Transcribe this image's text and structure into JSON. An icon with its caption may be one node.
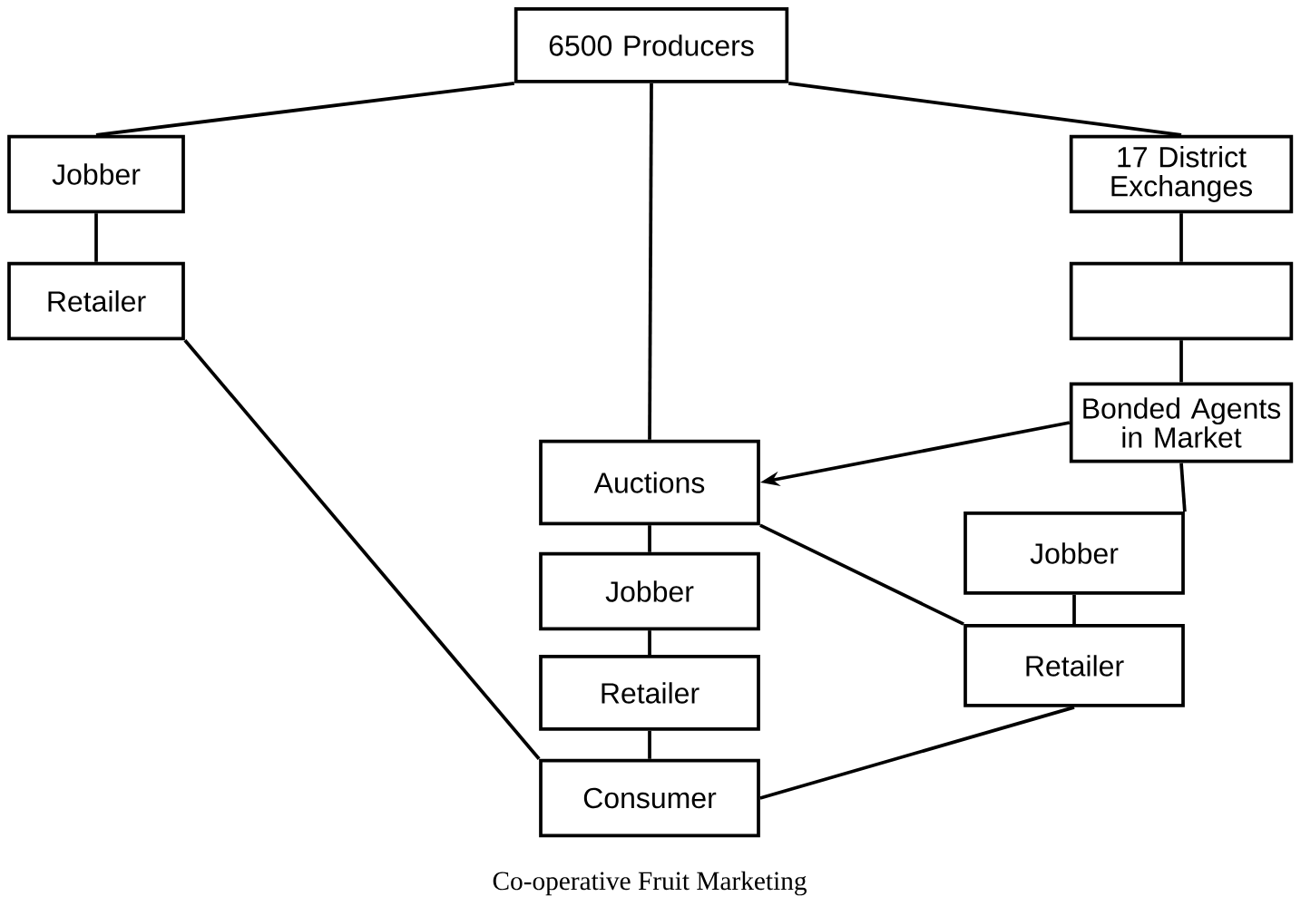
{
  "diagram": {
    "caption": "Co-operative Fruit Marketing",
    "nodes": [
      {
        "text": [
          "6500 Producers"
        ]
      },
      {
        "text": [
          "Jobber"
        ]
      },
      {
        "text": [
          "Retailer"
        ]
      },
      {
        "text": [
          "17 District Exchanges"
        ]
      },
      {
        "text": [],
        "shape": "box"
      },
      {
        "text": [
          "Bonded Agents in Market"
        ]
      },
      {
        "text": [
          "Auctions"
        ]
      },
      {
        "text": [
          "Jobber"
        ]
      },
      {
        "text": [
          "Retailer"
        ]
      },
      {
        "text": [
          "Jobber"
        ]
      },
      {
        "text": [
          "Retailer"
        ]
      },
      {
        "text": [
          "Consumer"
        ]
      }
    ],
    "edges": [
      {
        "from": 0,
        "to": 1,
        "arrow": "none"
      },
      {
        "from": 0,
        "to": 6,
        "arrow": "none"
      },
      {
        "from": 0,
        "to": 3,
        "arrow": "none"
      },
      {
        "from": 1,
        "to": 2,
        "arrow": "none"
      },
      {
        "from": 2,
        "to": 11,
        "arrow": "none"
      },
      {
        "from": 3,
        "to": 4,
        "arrow": "none"
      },
      {
        "from": 4,
        "to": 5,
        "arrow": "none"
      },
      {
        "from": 5,
        "to": 6,
        "arrow": "to"
      },
      {
        "from": 5,
        "to": 9,
        "arrow": "none"
      },
      {
        "from": 6,
        "to": 7,
        "arrow": "none"
      },
      {
        "from": 7,
        "to": 8,
        "arrow": "none"
      },
      {
        "from": 8,
        "to": 11,
        "arrow": "none"
      },
      {
        "from": 6,
        "to": 10,
        "arrow": "none"
      },
      {
        "from": 9,
        "to": 10,
        "arrow": "none"
      },
      {
        "from": 10,
        "to": 11,
        "arrow": "none"
      }
    ]
  }
}
